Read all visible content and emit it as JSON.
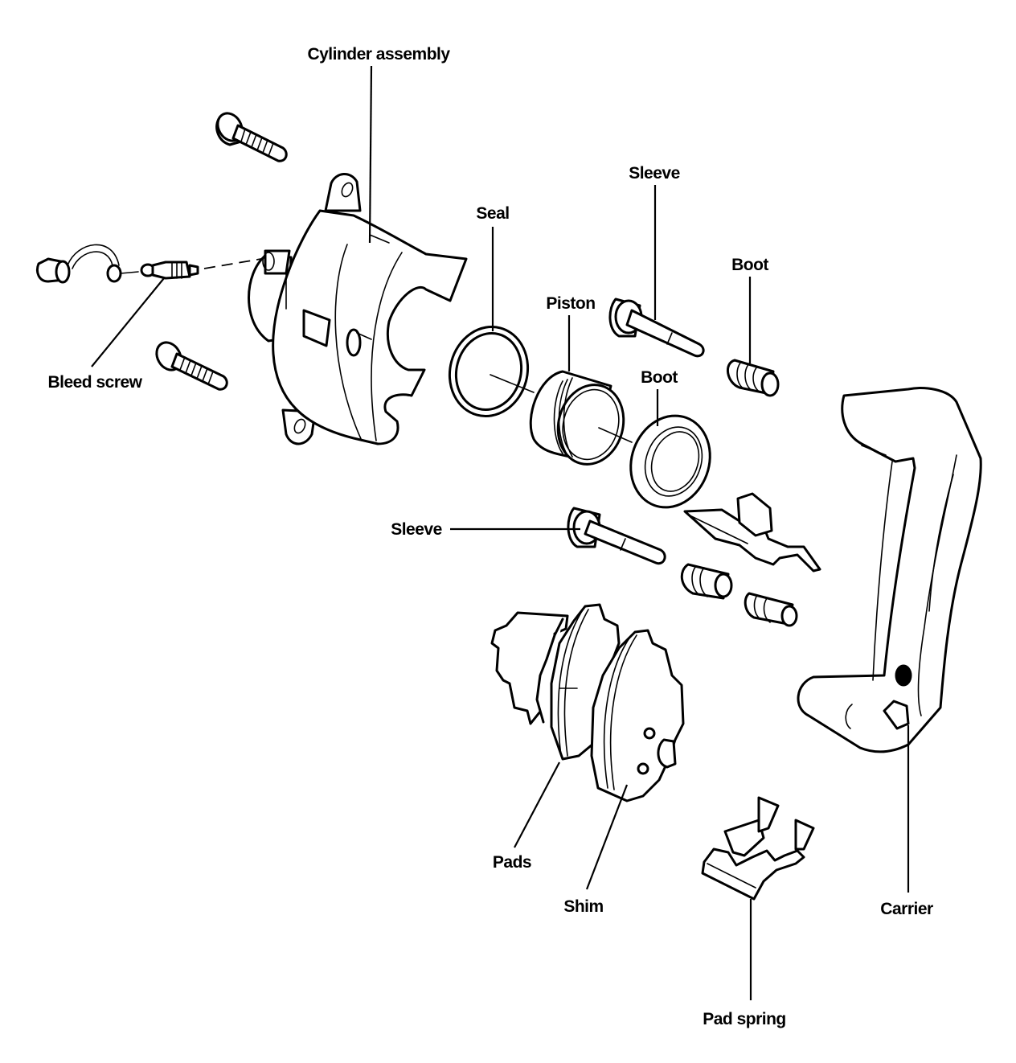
{
  "diagram": {
    "type": "exploded-parts-diagram",
    "subject": "Disc brake caliper",
    "labels": {
      "cylinder_assembly": "Cylinder assembly",
      "bleed_screw": "Bleed screw",
      "seal": "Seal",
      "piston": "Piston",
      "sleeve_upper": "Sleeve",
      "boot_upper": "Boot",
      "boot_piston": "Boot",
      "sleeve_lower": "Sleeve",
      "pads": "Pads",
      "shim": "Shim",
      "pad_spring": "Pad spring",
      "carrier": "Carrier"
    },
    "colors": {
      "ink": "#000000",
      "paper": "#ffffff"
    }
  }
}
